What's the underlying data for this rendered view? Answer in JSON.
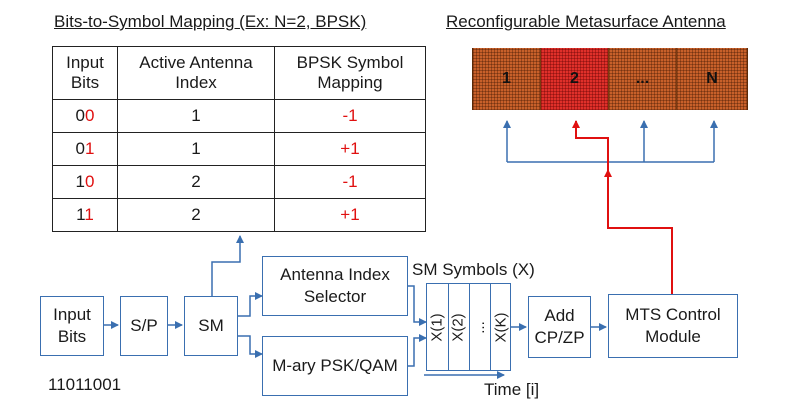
{
  "headings": {
    "mapping": "Bits-to-Symbol Mapping (Ex: N=2, BPSK)",
    "antenna": "Reconfigurable Metasurface Antenna"
  },
  "table": {
    "headers": [
      "Input Bits",
      "Active Antenna Index",
      "BPSK Symbol Mapping"
    ],
    "rows": [
      {
        "bit_black": "0",
        "bit_red": "0",
        "index": "1",
        "symbol": "-1"
      },
      {
        "bit_black": "0",
        "bit_red": "1",
        "index": "1",
        "symbol": "+1"
      },
      {
        "bit_black": "1",
        "bit_red": "0",
        "index": "2",
        "symbol": "-1"
      },
      {
        "bit_black": "1",
        "bit_red": "1",
        "index": "2",
        "symbol": "+1"
      }
    ]
  },
  "antenna_cells": [
    {
      "label": "1",
      "active": false
    },
    {
      "label": "2",
      "active": true
    },
    {
      "label": "...",
      "active": false
    },
    {
      "label": "N",
      "active": false
    }
  ],
  "blocks": {
    "input_bits": "Input Bits",
    "sp": "S/P",
    "sm": "SM",
    "index_selector": "Antenna Index Selector",
    "mary": "M-ary PSK/QAM",
    "add_cp": "Add CP/ZP",
    "mts_control": "MTS Control Module"
  },
  "sm_symbols_label": "SM Symbols (X)",
  "symbols": [
    "X(1)",
    "X(2)",
    "...",
    "X(K)"
  ],
  "bit_sequence": "11011001",
  "time_label": "Time [i]",
  "colors": {
    "flow": "#3a6fb0",
    "active": "#e01010",
    "cell": "#c8602a",
    "cell_active": "#e0302a"
  }
}
